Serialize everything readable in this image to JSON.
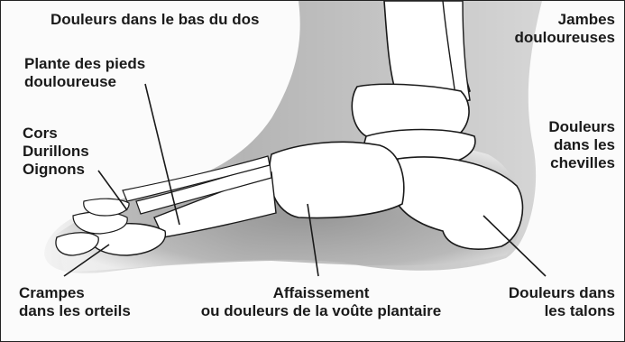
{
  "labels": {
    "lower_back": [
      "Douleurs dans le bas du dos"
    ],
    "legs": [
      "Jambes",
      "douloureuses"
    ],
    "soles": [
      "Plante des pieds",
      "douloureuse"
    ],
    "corns": [
      "Cors",
      "Durillons",
      "Oignons"
    ],
    "ankles": [
      "Douleurs",
      "dans les",
      "chevilles"
    ],
    "cramps": [
      "Crampes",
      "dans les orteils"
    ],
    "arch": [
      "Affaissement",
      "ou douleurs de la voûte plantaire"
    ],
    "heels": [
      "Douleurs dans",
      "les talons"
    ]
  },
  "colors": {
    "ink": "#1a1a1a",
    "shadow": "#9a9a9a",
    "bone": "#ffffff",
    "background": "#fbfbfb"
  }
}
